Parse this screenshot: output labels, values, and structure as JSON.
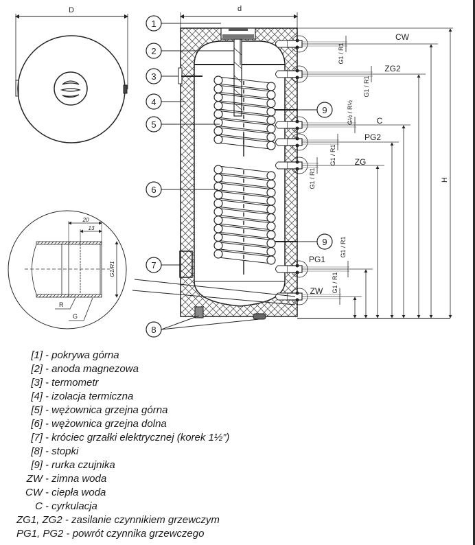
{
  "diagram": {
    "top_view": {
      "dimension_label": "D"
    },
    "section_view": {
      "width_label": "d",
      "height_label": "H"
    },
    "callouts": [
      "1",
      "2",
      "3",
      "4",
      "5",
      "6",
      "7",
      "8",
      "9",
      "9"
    ],
    "connections": [
      {
        "name": "CW",
        "thread": "G1 / R1"
      },
      {
        "name": "ZG2",
        "thread": "G1 / R1"
      },
      {
        "name": "C",
        "thread": "G½ / R½"
      },
      {
        "name": "PG2",
        "thread": "G1 / R1"
      },
      {
        "name": "ZG",
        "thread": "G1 / R1"
      },
      {
        "name": "PG1",
        "thread": "G1 / R1"
      },
      {
        "name": "ZW",
        "thread": "G1 / R1"
      }
    ],
    "detail_view": {
      "dim_outer": "20",
      "dim_inner": "13",
      "thread_label": "G1/R1",
      "label_r": "R",
      "label_g": "G"
    }
  },
  "legend": [
    {
      "key": "[1]",
      "desc": "- pokrywa górna"
    },
    {
      "key": "[2]",
      "desc": "- anoda magnezowa"
    },
    {
      "key": "[3]",
      "desc": "- termometr"
    },
    {
      "key": "[4]",
      "desc": "- izolacja termiczna"
    },
    {
      "key": "[5]",
      "desc": "- wężownica grzejna górna"
    },
    {
      "key": "[6]",
      "desc": "- wężownica grzejna dolna"
    },
    {
      "key": "[7]",
      "desc": "- króciec grzałki elektrycznej (korek 1½”)"
    },
    {
      "key": "[8]",
      "desc": "- stopki"
    },
    {
      "key": "[9]",
      "desc": "- rurka czujnika"
    },
    {
      "key": "ZW",
      "desc": "- zimna woda"
    },
    {
      "key": "CW",
      "desc": "- ciepła woda"
    },
    {
      "key": "C",
      "desc": "- cyrkulacja"
    },
    {
      "key": "ZG1, ZG2",
      "desc": "- zasilanie czynnikiem grzewczym"
    },
    {
      "key": "PG1, PG2",
      "desc": "- powrót czynnika grzewczego"
    }
  ],
  "colors": {
    "line": "#222222",
    "insulation_hatch": "#555555",
    "background": "#ffffff",
    "edge_bar": "#2a2a2a"
  }
}
